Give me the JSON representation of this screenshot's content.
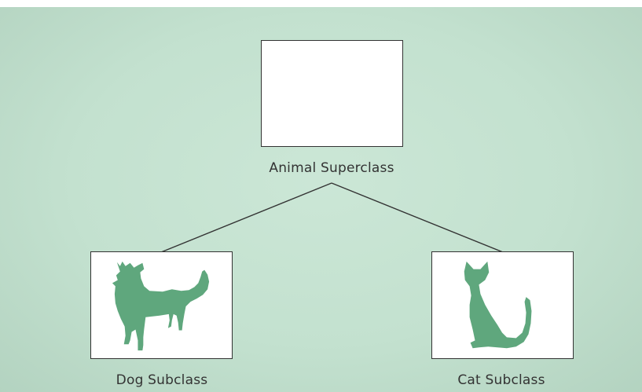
{
  "diagram": {
    "superclass": {
      "label": "Animal Superclass"
    },
    "subclasses": [
      {
        "label": "Dog Subclass",
        "icon": "dog-silhouette-icon"
      },
      {
        "label": "Cat Subclass",
        "icon": "cat-silhouette-icon"
      }
    ]
  },
  "colors": {
    "background": "#c3e1cf",
    "silhouette": "#5fa77d",
    "box_fill": "#ffffff",
    "line": "#333333"
  }
}
